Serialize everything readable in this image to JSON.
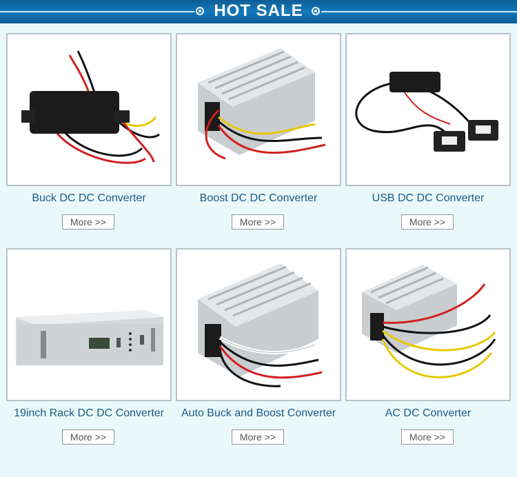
{
  "header": {
    "title": "HOT SALE"
  },
  "products": [
    {
      "name": "Buck DC DC Converter",
      "more": "More >>"
    },
    {
      "name": "Boost DC DC Converter",
      "more": "More >>"
    },
    {
      "name": "USB DC DC Converter",
      "more": "More >>"
    },
    {
      "name": "19inch Rack DC DC Converter",
      "more": "More >>"
    },
    {
      "name": "Auto Buck and Boost Converter",
      "more": "More >>"
    },
    {
      "name": "AC DC Converter",
      "more": "More >>"
    }
  ]
}
